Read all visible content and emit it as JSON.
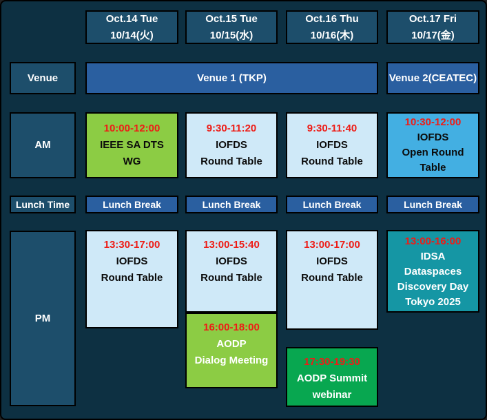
{
  "colors": {
    "background": "#0d3042",
    "panel": "#1d4e6b",
    "blue": "#2a5fa0",
    "light_blue": "#cfe9f8",
    "lime": "#8ccc44",
    "sky": "#43afe2",
    "teal": "#1596a4",
    "emerald": "#08a750",
    "time_red": "#ee1c16"
  },
  "days": [
    {
      "en": "Oct.14 Tue",
      "jp": "10/14(火)"
    },
    {
      "en": "Oct.15 Tue",
      "jp": "10/15(水)"
    },
    {
      "en": "Oct.16 Thu",
      "jp": "10/16(木)"
    },
    {
      "en": "Oct.17 Fri",
      "jp": "10/17(金)"
    }
  ],
  "row_labels": {
    "venue": "Venue",
    "am": "AM",
    "lunch_time": "Lunch Time",
    "pm": "PM"
  },
  "venues": {
    "venue1": "Venue 1 (TKP)",
    "venue2": "Venue 2(CEATEC)"
  },
  "lunch": {
    "label": "Lunch Break"
  },
  "sessions": {
    "day1_am": {
      "time": "10:00-12:00",
      "line1": "IEEE SA DTS",
      "line2": "WG"
    },
    "day2_am": {
      "time": "9:30-11:20",
      "line1": "IOFDS",
      "line2": "Round Table"
    },
    "day3_am": {
      "time": "9:30-11:40",
      "line1": "IOFDS",
      "line2": "Round Table"
    },
    "day4_am": {
      "time": "10:30-12:00",
      "line1": "IOFDS",
      "line2": "Open Round",
      "line3": "Table"
    },
    "day1_pm": {
      "time": "13:30-17:00",
      "line1": "IOFDS",
      "line2": "Round Table"
    },
    "day2_pm1": {
      "time": "13:00-15:40",
      "line1": "IOFDS",
      "line2": "Round Table"
    },
    "day2_pm2": {
      "time": "16:00-18:00",
      "line1": "AODP",
      "line2": "Dialog Meeting"
    },
    "day3_pm1": {
      "time": "13:00-17:00",
      "line1": "IOFDS",
      "line2": "Round Table"
    },
    "day3_pm2": {
      "time": "17:30-19:30",
      "line1": "AODP Summit",
      "line2": "webinar"
    },
    "day4_pm": {
      "time": "13:00-16:00",
      "line1": "IDSA",
      "line2": "Dataspaces",
      "line3": "Discovery Day",
      "line4": "Tokyo 2025"
    }
  }
}
